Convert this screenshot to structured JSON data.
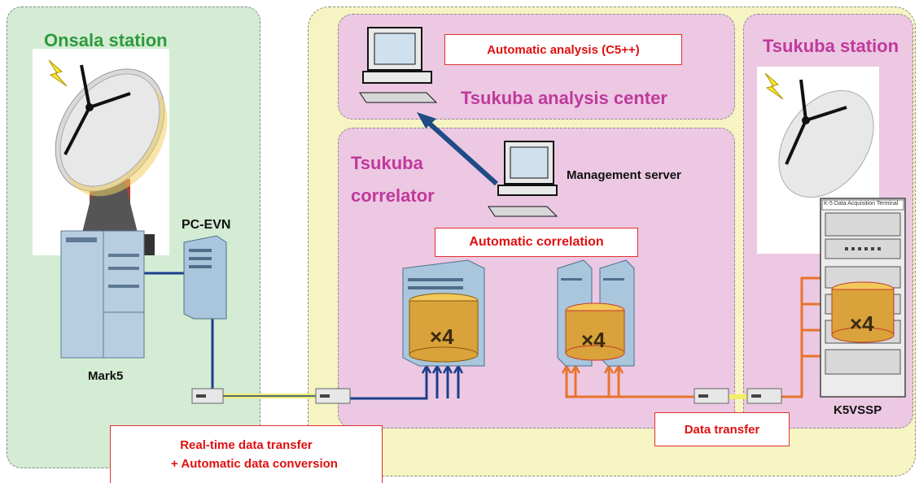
{
  "onsala": {
    "title": "Onsala station",
    "pc_label": "PC-EVN",
    "recorder_label": "Mark5"
  },
  "analysis_center": {
    "title": "Tsukuba analysis center",
    "auto_analysis": "Automatic analysis (C5++)"
  },
  "correlator": {
    "title_line1": "Tsukuba",
    "title_line2": "correlator",
    "server_label": "Management server",
    "auto_correlation": "Automatic correlation",
    "disk_left": "×4",
    "disk_right": "×4"
  },
  "tsukuba_station": {
    "title": "Tsukuba station",
    "k5_header": "K-5 Data Acquisition Terminal",
    "k5_label": "K5VSSP",
    "disk": "×4"
  },
  "links": {
    "realtime_line1": "Real-time data transfer",
    "realtime_line2": "+ Automatic data conversion",
    "data_transfer": "Data transfer"
  },
  "colors": {
    "onsala_zone": "#d3ecd3",
    "tsukuba_zone": "#f6f4c2",
    "inner_zone": "#ecc8e2",
    "title_green": "#2e9a3e",
    "title_magenta": "#c0399c",
    "network_blue": "#1b3f8c",
    "network_orange": "#e8732c",
    "arrow_blue": "#1f4b86",
    "red_label": "#e01010"
  }
}
